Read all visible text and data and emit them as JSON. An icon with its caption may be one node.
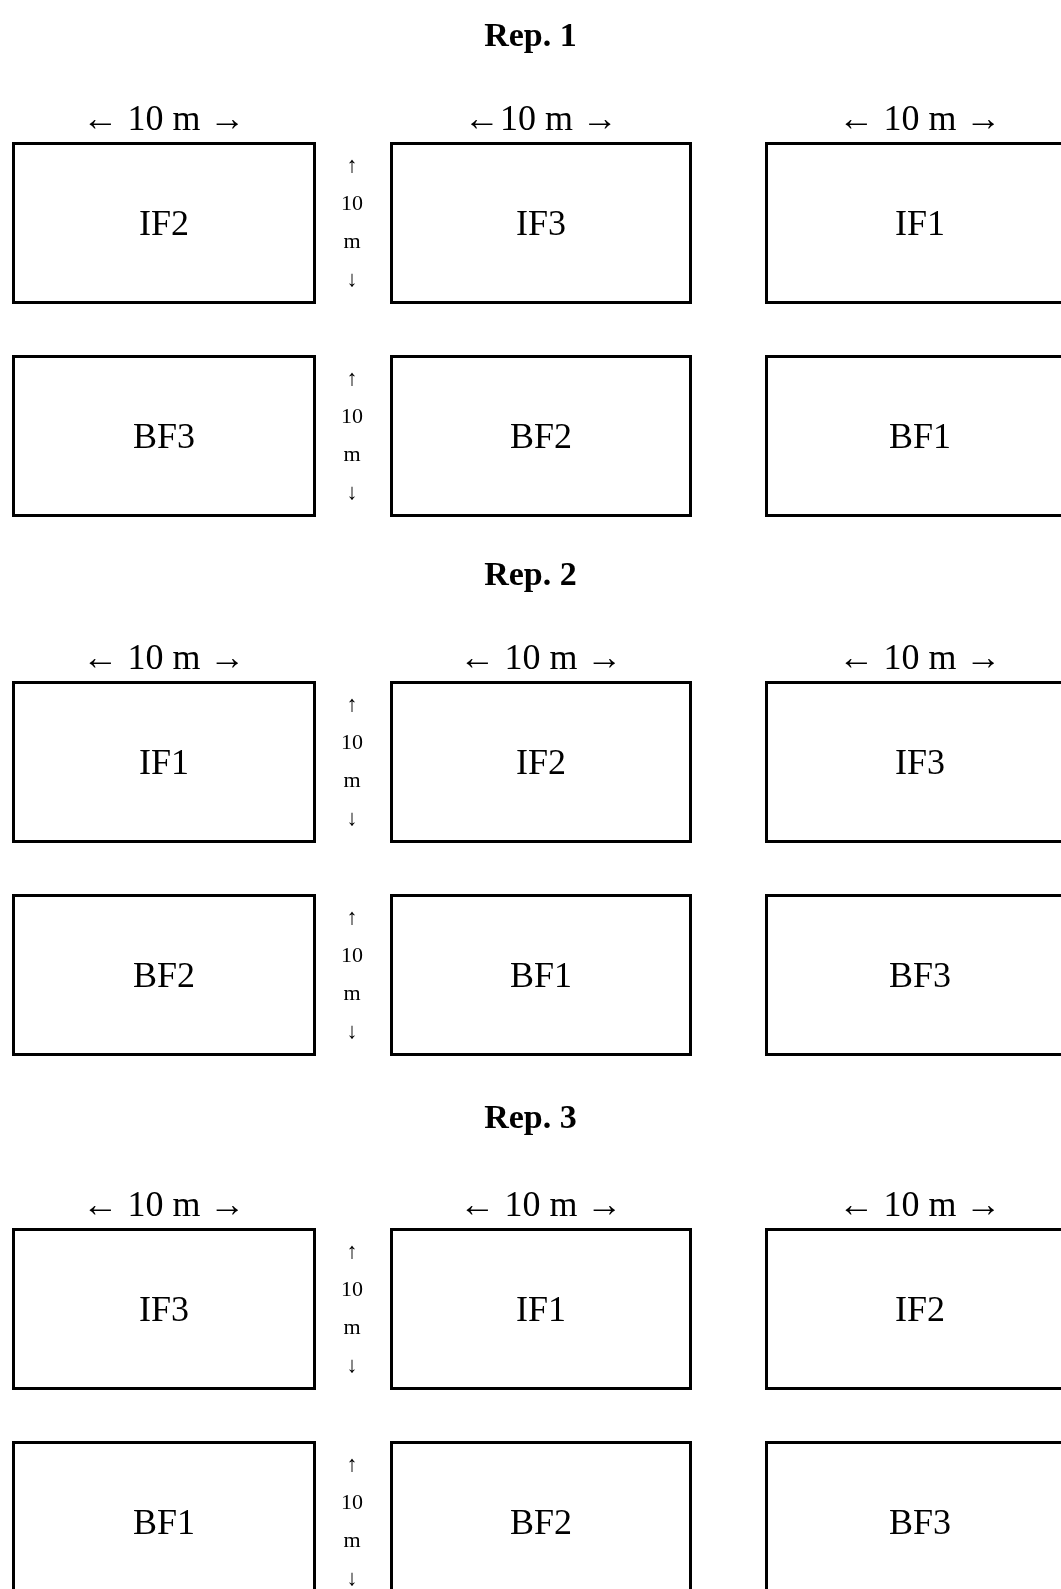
{
  "diagram": {
    "nodes": [
      {
        "text": [
          "IF2"
        ]
      },
      {
        "text": [
          "IF3"
        ]
      },
      {
        "text": [
          "IF1"
        ]
      },
      {
        "text": [
          "BF3"
        ]
      },
      {
        "text": [
          "BF2"
        ]
      },
      {
        "text": [
          "BF1"
        ]
      },
      {
        "text": [
          "IF1"
        ]
      },
      {
        "text": [
          "IF2"
        ]
      },
      {
        "text": [
          "IF3"
        ]
      },
      {
        "text": [
          "BF2"
        ]
      },
      {
        "text": [
          "BF1"
        ]
      },
      {
        "text": [
          "BF3"
        ]
      },
      {
        "text": [
          "IF3"
        ]
      },
      {
        "text": [
          "IF1"
        ]
      },
      {
        "text": [
          "IF2"
        ]
      },
      {
        "text": [
          "BF1"
        ]
      },
      {
        "text": [
          "BF2"
        ]
      },
      {
        "text": [
          "BF3"
        ]
      }
    ],
    "edges": [],
    "labels": [
      "Rep. 1",
      "← 10 m →",
      "←10 m →",
      "← 10 m →",
      "↑ 10 m ↓",
      "↑ 10 m ↓",
      "Rep. 2",
      "← 10 m →",
      "← 10 m →",
      "← 10 m →",
      "↑ 10 m ↓",
      "↑ 10 m ↓",
      "Rep. 3",
      "← 10 m →",
      "← 10 m →",
      "← 10 m →",
      "↑ 10 m ↓",
      "↑ 10 m ↓"
    ]
  }
}
